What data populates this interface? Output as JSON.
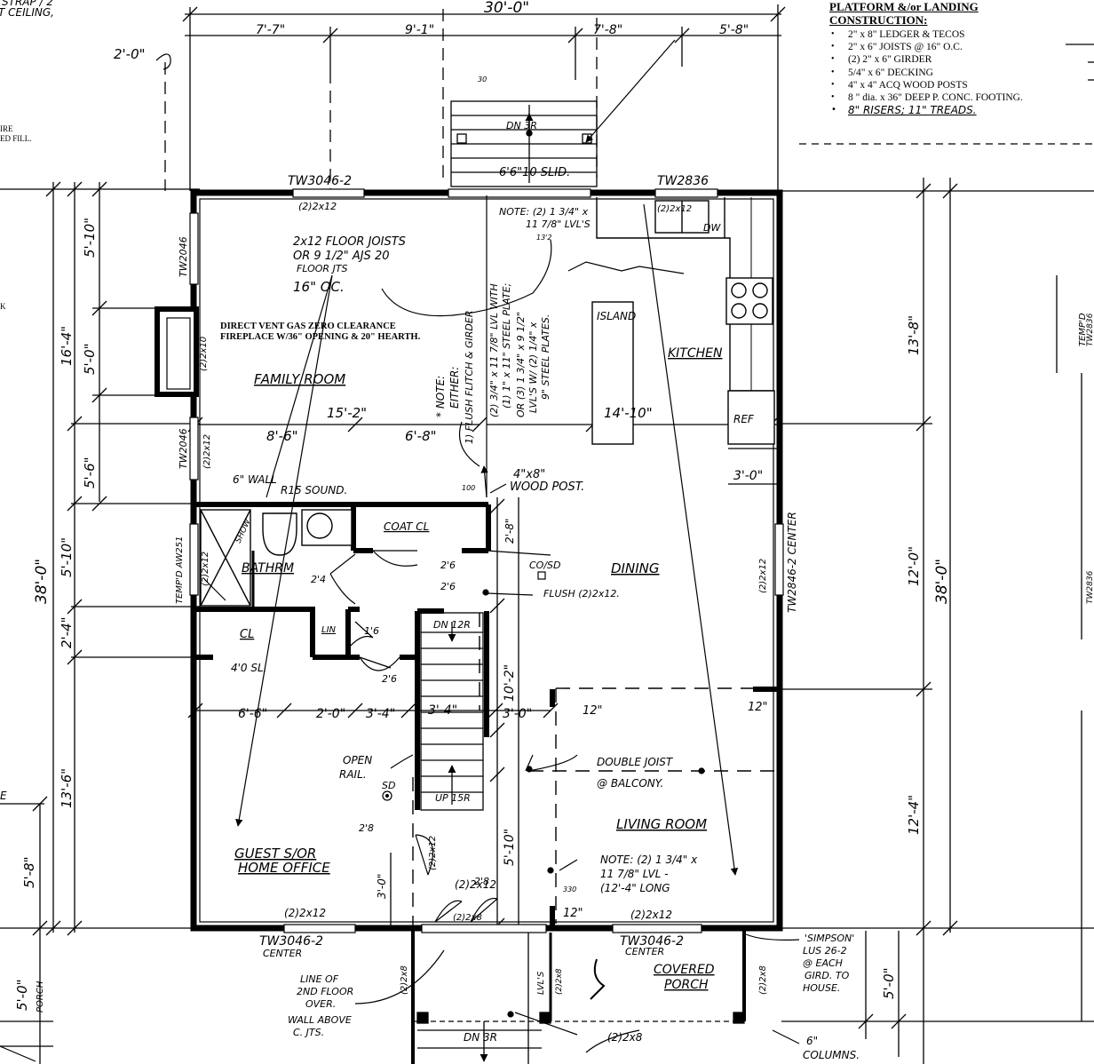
{
  "spec_panel": {
    "title_line1": "PLATFORM &/or LANDING",
    "title_line2": "CONSTRUCTION:",
    "items": [
      "2\" x 8\" LEDGER & TECOS",
      "2\" x 6\" JOISTS @ 16\" O.C.",
      "(2) 2\" x 6\" GIRDER",
      "5/4\" x 6\" DECKING",
      "4\" x 4\" ACQ WOOD POSTS",
      "8 \" dia. x 36\" DEEP P. CONC. FOOTING.",
      "8\" RISERS; 11\" TREADS."
    ]
  },
  "dimensions": {
    "top_overall": "30'-0\"",
    "top_1": "7'-7\"",
    "top_2": "9'-1\"",
    "top_3": "7'-8\"",
    "top_4": "5'-8\"",
    "stoop_width": "2'-0\"",
    "left_overall": "38'-0\"",
    "left_a": "16'-4\"",
    "left_a1": "5'-10\"",
    "left_a2": "5'-0\"",
    "left_a3": "5'-6\"",
    "left_b": "5'-10\"",
    "left_c": "2'-4\"",
    "left_d": "13'-6\"",
    "left_far": "5'-8\"",
    "left_porch": "5'-0\"",
    "right_overall": "38'-0\"",
    "right_1": "13'-8\"",
    "right_2": "12'-0\"",
    "right_3": "12'-4\"",
    "right_porch": "5'-0\"",
    "family_width": "15'-2\"",
    "family_1": "8'-6\"",
    "family_2": "6'-8\"",
    "kitchen_width": "14'-10\"",
    "ref_w": "3'-0\"",
    "mid_1": "6'-6\"",
    "mid_2": "2'-0\"",
    "mid_3": "3'-4\"",
    "mid_4": "3'-4\"",
    "mid_5": "3'-0\"",
    "stair_v": "10'-2\"",
    "stair_v2": "2'-8\"",
    "entry_v": "5'-10\"",
    "entry_small": "3'-0\"",
    "living_12a": "12\"",
    "living_12b": "12\"",
    "living_12c": "12\""
  },
  "rooms": {
    "family": "FAMILY ROOM",
    "kitchen": "KITCHEN",
    "island": "ISLAND",
    "ref": "REF",
    "dw": "DW",
    "dining": "DINING",
    "living": "LIVING ROOM",
    "guest_1": "GUEST S/OR",
    "guest_2": "HOME OFFICE",
    "bath": "BATHRM",
    "coat": "COAT CL",
    "cl": "CL",
    "lin": "LIN",
    "porch_1": "COVERED",
    "porch_2": "PORCH",
    "shower": "SHOW"
  },
  "windows": {
    "top_left": "TW3046-2",
    "top_right": "TW2836",
    "left_1": "TW2046",
    "left_2": "TW2046",
    "left_temp": "TEMP'D AW251",
    "right_1": "TW2846-2 CENTER",
    "bottom_1": "TW3046-2",
    "bottom_1b": "CENTER",
    "bottom_2": "TW3046-2",
    "bottom_2b": "CENTER",
    "slider": "6'6\"10 SLID."
  },
  "headers": {
    "h1": "(2)2x12",
    "h2": "(2)2x12",
    "h3": "(2)2x12",
    "h4": "(2)2x12",
    "h5": "(2)2x12",
    "h6": "(2)2x12",
    "h7": "(2)2x12",
    "h8": "(2)2x12",
    "h9": "(2)2x10",
    "h10": "(2)2x8",
    "h11": "(2)2x8",
    "h12": "(2)2x8",
    "h13": "(2)2x8",
    "h14": "(2)2x12"
  },
  "notes": {
    "floor_joists_1": "2x12 FLOOR JOISTS",
    "floor_joists_2": "OR 9 1/2\" AJS 20",
    "floor_joists_3": "FLOOR JTS",
    "floor_joists_4": "16\" OC.",
    "fireplace_1": "DIRECT VENT GAS ZERO CLEARANCE",
    "fireplace_2": "FIREPLACE W/36\" OPENING & 20\" HEARTH.",
    "lvl_top_1": "NOTE: (2) 1 3/4\" x",
    "lvl_top_2": "11 7/8\" LVL'S",
    "either_1": "* NOTE:",
    "either_2": "EITHER:",
    "either_3": "1) FLUSH FLITCH & GIRDER",
    "either_4": "(2) 3/4\" x 11 7/8\" LVL WITH",
    "either_5": "(1) 1\" x 11\" STEEL PLATE;",
    "either_6": "OR (3) 1 3/4\" x 9 1/2\"",
    "either_7": "LVL'S W/ (2) 1/4\" x",
    "either_8": "9\" STEEL PLATES.",
    "wood_post_1": "4\"x8\"",
    "wood_post_2": "WOOD POST.",
    "wall_1": "6\" WALL",
    "wall_2": "R15 SOUND.",
    "flush": "FLUSH (2)2x12.",
    "co_sd": "CO/SD",
    "stair_dn": "DN 12R",
    "stair_up": "UP 15R",
    "open_rail_1": "OPEN",
    "open_rail_2": "RAIL.",
    "sd": "SD",
    "double_joist_1": "DOUBLE JOIST",
    "double_joist_2": "@ BALCONY.",
    "lvl_living_1": "NOTE: (2) 1 3/4\" x",
    "lvl_living_2": "11 7/8\" LVL -",
    "lvl_living_3": "(12'-4\" LONG",
    "second_floor_1": "LINE OF",
    "second_floor_2": "2ND FLOOR",
    "second_floor_3": "OVER.",
    "second_floor_4": "WALL ABOVE",
    "second_floor_5": "C. JTS.",
    "simpson_1": "'SIMPSON'",
    "simpson_2": "LUS 26-2",
    "simpson_3": "@ EACH",
    "simpson_4": "GIRD. TO",
    "simpson_5": "HOUSE.",
    "columns_1": "6\"",
    "columns_2": "COLUMNS.",
    "porch_dn": "DN 3R",
    "deck_dn": "DN 3R",
    "porch_2x8": "(2)2x8",
    "lvl_porch": "LVL'S",
    "door_26a": "2'6",
    "door_26b": "2'6",
    "door_28a": "2'8",
    "door_28b": "2'8",
    "door_24": "2'4",
    "door_16": "1'6",
    "door_26c": "2'6",
    "closet": "4'0 SL.",
    "margin_1": "STRAP / 2",
    "margin_2": "T CEILING,",
    "margin_3": "IRE",
    "margin_4": "ED FILL.",
    "margin_5": "K",
    "margin_6": "E",
    "porch_label": "PORCH",
    "temp_right_1": "TEMP'D",
    "temp_right_2": "TW2836",
    "temp_right_3": "TW2836",
    "small_30": "30",
    "small_132": "13'2",
    "small_100": "100",
    "small_330": "330"
  }
}
